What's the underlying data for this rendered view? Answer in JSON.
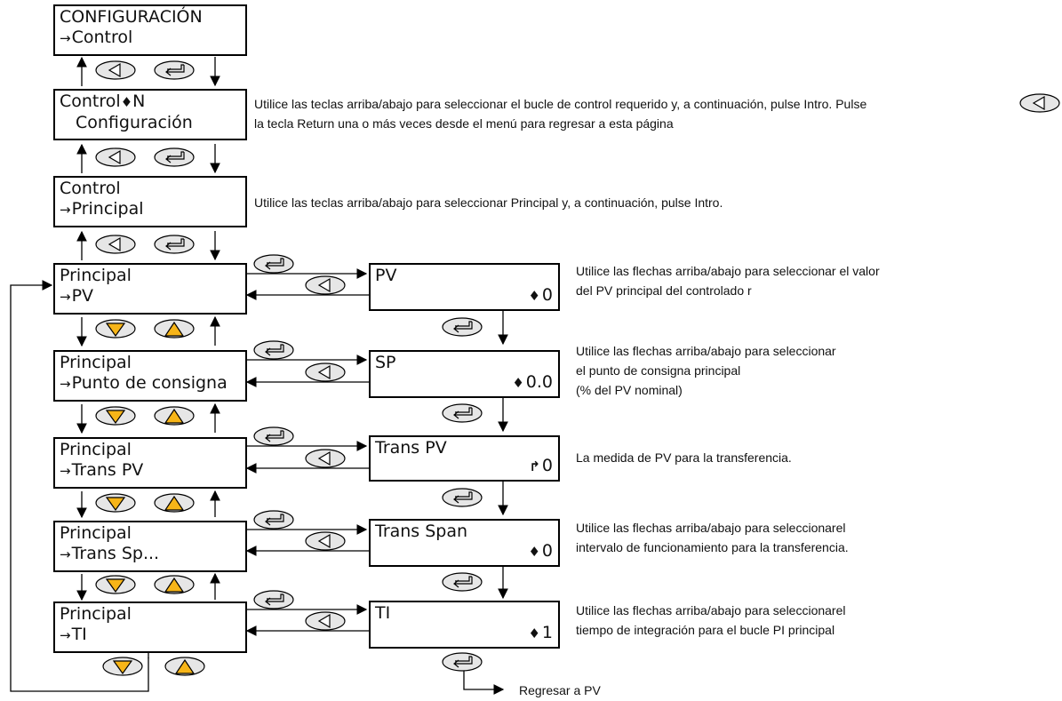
{
  "screens": {
    "config": {
      "line1": "CONFIGURACIÓN",
      "arrow": "→",
      "line2": "Control"
    },
    "control_n": {
      "line1": "Control",
      "updown": "♦",
      "line1b": "N",
      "line2": "Configuración"
    },
    "control_main": {
      "line1": "Control",
      "arrow": "→",
      "line2": "Principal"
    },
    "main_pv": {
      "line1": "Principal",
      "arrow": "→",
      "line2": "PV"
    },
    "main_sp": {
      "line1": "Principal",
      "arrow": "→",
      "line2": "Punto de consigna"
    },
    "main_transpv": {
      "line1": "Principal",
      "arrow": "→",
      "line2": "Trans PV"
    },
    "main_transsp": {
      "line1": "Principal",
      "arrow": "→",
      "line2": "Trans Sp..."
    },
    "main_ti": {
      "line1": "Principal",
      "arrow": "→",
      "line2": "TI"
    }
  },
  "params": {
    "pv": {
      "name": "PV",
      "symbol": "♦",
      "value": "0"
    },
    "sp": {
      "name": "SP",
      "symbol": "♦",
      "value": "0.0"
    },
    "transpv": {
      "name": "Trans PV",
      "symbol": "↱",
      "value": "0"
    },
    "transspan": {
      "name": "Trans Span",
      "symbol": "♦",
      "value": "0"
    },
    "ti": {
      "name": "TI",
      "symbol": "♦",
      "value": "1"
    }
  },
  "notes": {
    "control_n_1": "Utilice las teclas arriba/abajo para seleccionar el bucle de control requerido y, a continuación, pulse Intro.  Pulse",
    "control_n_2": "la tecla Return una o más veces desde el menú para regresar a esta página",
    "control_main": "Utilice las teclas arriba/abajo para seleccionar Principal y, a continuación, pulse Intro.",
    "pv_1": "Utilice las flechas arriba/abajo para seleccionar el valor",
    "pv_2": "del PV principal del controlado r",
    "sp_1": "Utilice las flechas arriba/abajo para seleccionar",
    "sp_2": "el punto de consigna principal",
    "sp_3": "(% del PV nominal)",
    "transpv": "La medida de PV para la transferencia.",
    "transspan_1": "Utilice las flechas arriba/abajo para seleccionarel",
    "transspan_2": "intervalo de funcionamiento para la transferencia.",
    "ti_1": "Utilice las flechas arriba/abajo para seleccionarel",
    "ti_2": "tiempo de integración para el bucle PI principal",
    "return": "Regresar a PV"
  },
  "colors": {
    "down_key": "#f7b518",
    "up_key": "#f7b518",
    "key_fill": "#e6e6e6",
    "line": "#000000"
  },
  "icons": [
    "page-key-icon",
    "enter-key-icon",
    "return-key-icon",
    "down-arrow-key-icon",
    "up-arrow-key-icon"
  ]
}
